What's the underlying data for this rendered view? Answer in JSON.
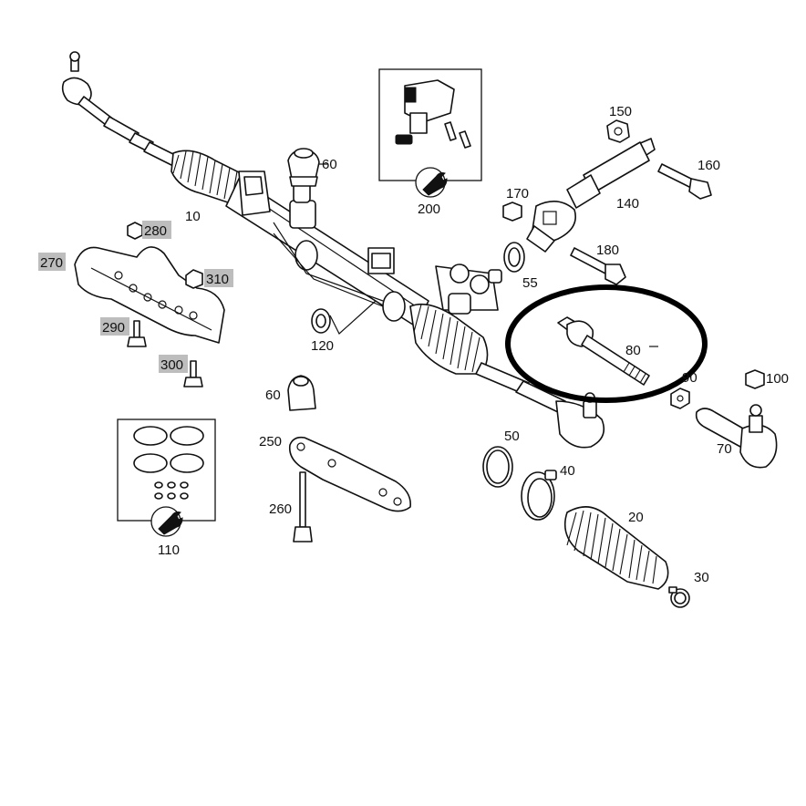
{
  "diagram": {
    "highlight_color": "#bdbdbd",
    "circle_color": "#000000",
    "labels": {
      "p10": "10",
      "p20": "20",
      "p30": "30",
      "p40": "40",
      "p50": "50",
      "p55": "55",
      "p60a": "60",
      "p60b": "60",
      "p70": "70",
      "p80": "80",
      "p90": "90",
      "p100": "100",
      "p110": "110",
      "p120": "120",
      "p140": "140",
      "p150": "150",
      "p160": "160",
      "p170": "170",
      "p180": "180",
      "p200": "200",
      "p250": "250",
      "p260": "260",
      "p270": "270",
      "p280": "280",
      "p290": "290",
      "p300": "300",
      "p310": "310"
    },
    "highlighted_parts": [
      "270",
      "280",
      "290",
      "300",
      "310"
    ],
    "circled_part": "80",
    "icons": [
      "wrench-icon"
    ]
  }
}
